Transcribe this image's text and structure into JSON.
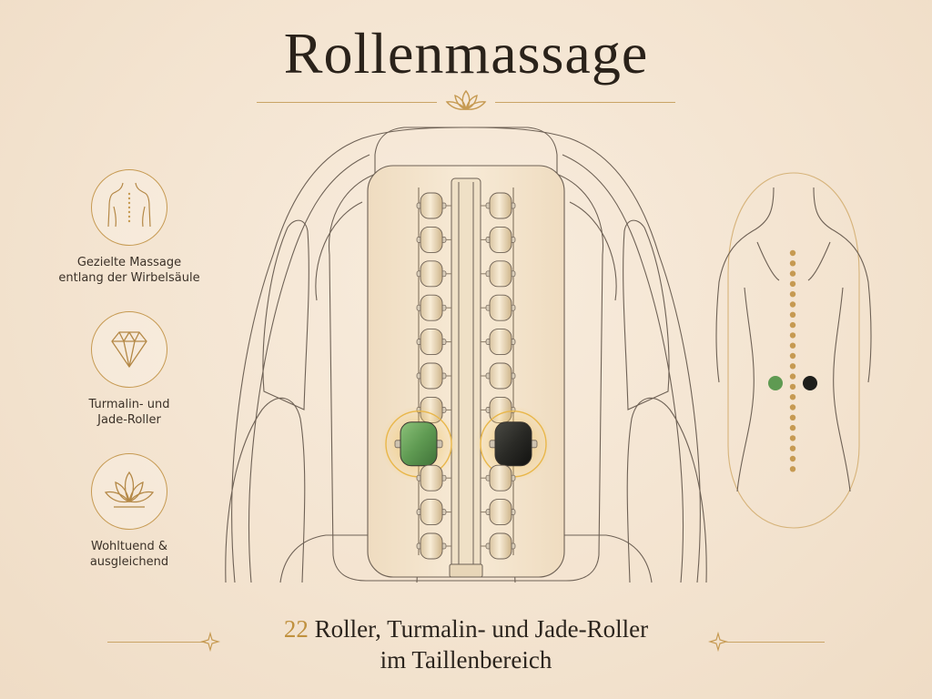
{
  "title": "Rollenmassage",
  "features": [
    {
      "icon": "back-spine-icon",
      "line1": "Gezielte Massage",
      "line2": "entlang der Wirbelsäule"
    },
    {
      "icon": "gemstone-icon",
      "line1": "Turmalin- und",
      "line2": "Jade-Roller"
    },
    {
      "icon": "lotus-icon",
      "line1": "Wohltuend &",
      "line2": "ausgleichend"
    }
  ],
  "caption": {
    "number": "22",
    "line1_rest": " Roller, Turmalin- und Jade-Roller",
    "line2": "im Taillenbereich"
  },
  "diagram": {
    "roller_rows": 11,
    "stone_row": 7,
    "jade_color": "#5f9a52",
    "tourmaline_color": "#2a2a26",
    "accent_color": "#c69a52"
  }
}
